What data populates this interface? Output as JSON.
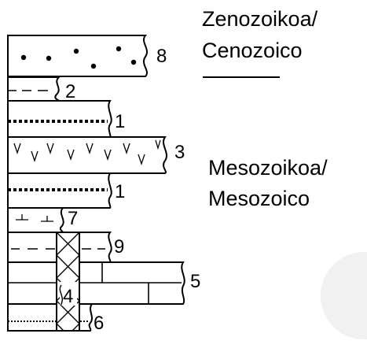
{
  "column": {
    "layers": [
      {
        "number": "8"
      },
      {
        "number": "2"
      },
      {
        "number": "1"
      },
      {
        "number": "3"
      },
      {
        "number": "1"
      },
      {
        "number": "7"
      },
      {
        "number": "9"
      },
      {
        "number": "4"
      },
      {
        "number": "5"
      },
      {
        "number": "6"
      }
    ]
  },
  "eras": {
    "cenozoic_line1": "Zenozoikoa/",
    "cenozoic_line2": "Cenozoico",
    "mesozoic_line1": "Mesozoikoa/",
    "mesozoic_line2": "Mesozoico"
  }
}
